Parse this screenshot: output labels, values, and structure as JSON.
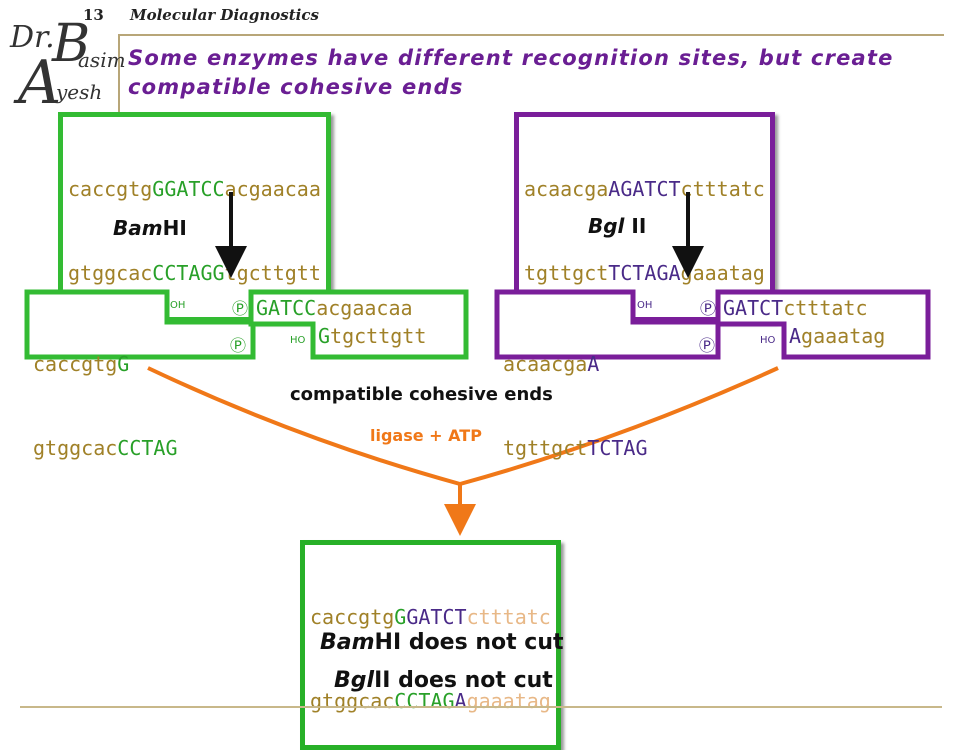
{
  "header": {
    "slide_number": "13",
    "course": "Molecular Diagnostics"
  },
  "logo": {
    "dr": "Dr.",
    "b": "B",
    "asim": "asim",
    "a": "A",
    "yesh": "yesh"
  },
  "title": "Some enzymes have different recognition sites, but create compatible cohesive ends",
  "left_dna": {
    "top": {
      "a": "caccgtg",
      "b": "GGATCC",
      "c": "acgaacaa"
    },
    "bottom": {
      "a": "gtggcac",
      "b": "CCTAGG",
      "c": "tgcttgtt"
    }
  },
  "right_dna": {
    "top": {
      "a": "acaacga",
      "b": "AGATCT",
      "c": "ctttatc"
    },
    "bottom": {
      "a": "tgttgct",
      "b": "TCTAGA",
      "c": "gaaatag"
    }
  },
  "enzymes": {
    "bamhi": {
      "italic": "Bam",
      "normal": "HI"
    },
    "bglii": {
      "italic": "Bgl",
      "normal": " II"
    }
  },
  "left_cut": {
    "left_top": {
      "a": "caccgtg",
      "b": "G"
    },
    "left_bottom": {
      "a": "gtggcac",
      "b": "CCTAG"
    },
    "right_top": {
      "a": "GATCC",
      "b": "acgaacaa"
    },
    "right_bottom": {
      "a": "G",
      "b": "tgcttgtt"
    }
  },
  "right_cut": {
    "left_top": {
      "a": "acaacga",
      "b": "A"
    },
    "left_bottom": {
      "a": "tgttgct",
      "b": "TCTAG"
    },
    "right_top": {
      "a": "GATCT",
      "b": "ctttatc"
    },
    "right_bottom": {
      "a": "A",
      "b": "gaaatag"
    }
  },
  "labels": {
    "oh": "OH",
    "ho": "HO",
    "phosphate": "Ⓟ"
  },
  "compatible_label": "compatible cohesive ends",
  "ligase_label": "ligase + ATP",
  "hybrid": {
    "top": {
      "a": "caccgtg",
      "b": "G",
      "c": "GATCT",
      "d": "ctttatc"
    },
    "bottom": {
      "a": "gtggcac",
      "b": "CCTAG",
      "c": "A",
      "d": "gaaatag"
    }
  },
  "footer": {
    "line1": {
      "italic": "Bam",
      "bold": "HI",
      "rest": " does not cut"
    },
    "line2": {
      "italic": "Bgl",
      "bold": "II",
      "rest": " does not cut"
    }
  },
  "colors": {
    "green_box": "#33bb33",
    "purple_box": "#7a1e9a",
    "gold": "#a08128",
    "green_text": "#28a028",
    "purple_text": "#4a2a88",
    "tan_text": "#e8b887",
    "orange": "#f07818",
    "title": "#6a1e93"
  }
}
